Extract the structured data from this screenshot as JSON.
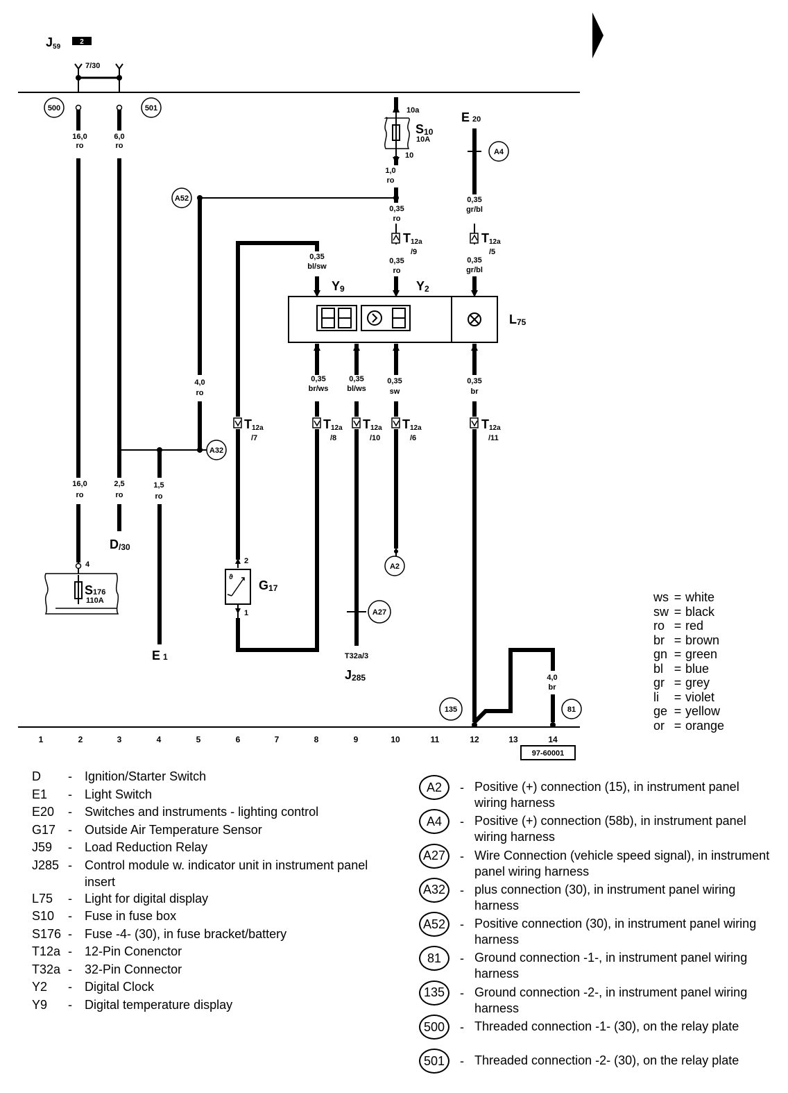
{
  "header": {
    "relay": "J",
    "relay_sub": "59",
    "relay_badge": "2",
    "terminal_7_30": "7/30"
  },
  "diagram_number": "97-60001",
  "track_numbers": [
    "1",
    "2",
    "3",
    "4",
    "5",
    "6",
    "7",
    "8",
    "9",
    "10",
    "11",
    "12",
    "13",
    "14"
  ],
  "wire_labels": {
    "w1a": [
      "16,0",
      "ro"
    ],
    "w1b": [
      "6,0",
      "ro"
    ],
    "w2": [
      "1,0",
      "ro"
    ],
    "w3": [
      "0,35",
      "ro"
    ],
    "w4": [
      "0,35",
      "ro"
    ],
    "w5": [
      "0,35",
      "gr/bl"
    ],
    "w6": [
      "0,35",
      "gr/bl"
    ],
    "w7": [
      "0,35",
      "bl/sw"
    ],
    "w8": [
      "4,0",
      "ro"
    ],
    "w9": [
      "0,35",
      "br/ws"
    ],
    "w10": [
      "0,35",
      "bl/ws"
    ],
    "w11": [
      "0,35",
      "sw"
    ],
    "w12": [
      "0,35",
      "br"
    ],
    "w13": [
      "16,0",
      "ro"
    ],
    "w14": [
      "2,5",
      "ro"
    ],
    "w15": [
      "1,5",
      "ro"
    ],
    "w16": [
      "4,0",
      "br"
    ]
  },
  "fuse_s10": {
    "label": "S",
    "sub": "10",
    "rating": "10A",
    "pin_top": "10a",
    "pin_bottom": "10"
  },
  "fuse_s176": {
    "label": "S",
    "sub": "176",
    "rating": "110A",
    "pin": "4"
  },
  "components": {
    "e20": {
      "label": "E",
      "sub": "20"
    },
    "y9": {
      "label": "Y",
      "sub": "9"
    },
    "y2": {
      "label": "Y",
      "sub": "2"
    },
    "l75": {
      "label": "L",
      "sub": "75"
    },
    "g17": {
      "label": "G",
      "sub": "17",
      "pin_top": "2",
      "pin_bottom": "1"
    },
    "d30": {
      "label": "D",
      "sub": "/30"
    },
    "e1": {
      "label": "E",
      "sub": "1"
    },
    "j285": {
      "label": "J",
      "sub": "285",
      "conn": "T32a/3"
    }
  },
  "connectors": {
    "c9": {
      "label": "T",
      "sub": "12a",
      "pin": "/9"
    },
    "c5": {
      "label": "T",
      "sub": "12a",
      "pin": "/5"
    },
    "c7": {
      "label": "T",
      "sub": "12a",
      "pin": "/7"
    },
    "c8": {
      "label": "T",
      "sub": "12a",
      "pin": "/8"
    },
    "c10": {
      "label": "T",
      "sub": "12a",
      "pin": "/10"
    },
    "c6": {
      "label": "T",
      "sub": "12a",
      "pin": "/6"
    },
    "c11": {
      "label": "T",
      "sub": "12a",
      "pin": "/11"
    }
  },
  "circles": {
    "c500": "500",
    "c501": "501",
    "cA52": "A52",
    "cA4": "A4",
    "cA32": "A32",
    "cA2": "A2",
    "cA27": "A27",
    "c135": "135",
    "c81": "81"
  },
  "legend_components": [
    {
      "code": "D",
      "desc": "Ignition/Starter Switch"
    },
    {
      "code": "E1",
      "desc": "Light Switch"
    },
    {
      "code": "E20",
      "desc": "Switches and instruments - lighting control"
    },
    {
      "code": "G17",
      "desc": "Outside Air Temperature Sensor"
    },
    {
      "code": "J59",
      "desc": "Load Reduction Relay"
    },
    {
      "code": "J285",
      "desc": "Control module w. indicator unit in instrument panel insert"
    },
    {
      "code": "L75",
      "desc": "Light for digital display"
    },
    {
      "code": "S10",
      "desc": "Fuse in fuse box"
    },
    {
      "code": "S176",
      "desc": "Fuse -4- (30), in fuse bracket/battery"
    },
    {
      "code": "T12a",
      "desc": "12-Pin Conenctor"
    },
    {
      "code": "T32a",
      "desc": "32-Pin Connector"
    },
    {
      "code": "Y2",
      "desc": "Digital Clock"
    },
    {
      "code": "Y9",
      "desc": "Digital temperature display"
    }
  ],
  "legend_connections": [
    {
      "id": "A2",
      "desc": "Positive (+) connection (15), in instrument panel wiring harness"
    },
    {
      "id": "A4",
      "desc": "Positive (+) connection (58b), in instrument panel wiring harness"
    },
    {
      "id": "A27",
      "desc": "Wire Connection (vehicle speed signal), in instrument panel wiring harness"
    },
    {
      "id": "A32",
      "desc": "plus connection (30), in instrument panel wiring harness"
    },
    {
      "id": "A52",
      "desc": "Positive connection (30), in instrument panel wiring harness"
    },
    {
      "id": "81",
      "desc": "Ground connection -1-, in instrument panel wiring harness"
    },
    {
      "id": "135",
      "desc": "Ground connection -2-, in instrument panel wiring harness"
    },
    {
      "id": "500",
      "desc": "Threaded connection -1- (30), on the relay plate"
    },
    {
      "id": "501",
      "desc": "Threaded connection -2- (30), on the relay plate"
    }
  ],
  "color_codes": [
    {
      "code": "ws",
      "name": "white"
    },
    {
      "code": "sw",
      "name": "black"
    },
    {
      "code": "ro",
      "name": "red"
    },
    {
      "code": "br",
      "name": "brown"
    },
    {
      "code": "gn",
      "name": "green"
    },
    {
      "code": "bl",
      "name": "blue"
    },
    {
      "code": "gr",
      "name": "grey"
    },
    {
      "code": "li",
      "name": "violet"
    },
    {
      "code": "ge",
      "name": "yellow"
    },
    {
      "code": "or",
      "name": "orange"
    }
  ]
}
